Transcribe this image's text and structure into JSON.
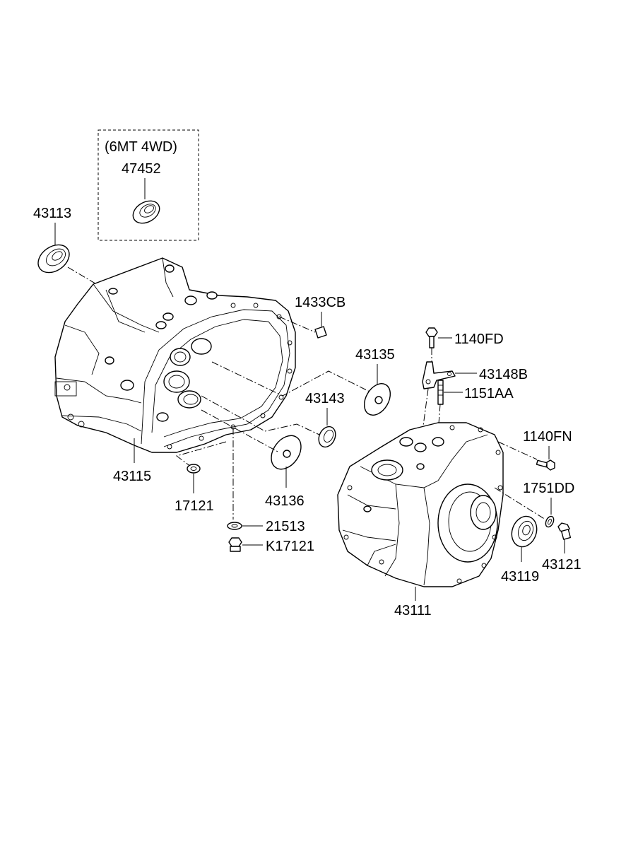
{
  "option_box": {
    "line1": "(6MT 4WD)",
    "part": "47452"
  },
  "labels": {
    "p43113": "43113",
    "p1433CB": "1433CB",
    "p1140FD": "1140FD",
    "p43135": "43135",
    "p43148B": "43148B",
    "p1151AA": "1151AA",
    "p43143": "43143",
    "p1140FN": "1140FN",
    "p43115": "43115",
    "p1751DD": "1751DD",
    "p17121": "17121",
    "p43136": "43136",
    "p21513": "21513",
    "pK17121": "K17121",
    "p43119": "43119",
    "p43121": "43121",
    "p43111": "43111"
  }
}
